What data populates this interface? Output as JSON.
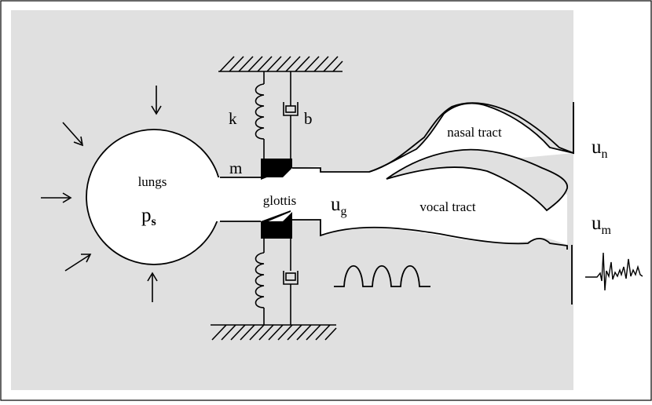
{
  "labels": {
    "lungs": "lungs",
    "pressure_main": "p",
    "pressure_sub": "s",
    "spring": "k",
    "damper": "b",
    "mass": "m",
    "glottis": "glottis",
    "glottal_flow_main": "u",
    "glottal_flow_sub": "g",
    "nasal_tract": "nasal tract",
    "vocal_tract": "vocal tract",
    "nasal_flow_main": "u",
    "nasal_flow_sub": "n",
    "mouth_flow_main": "u",
    "mouth_flow_sub": "m"
  },
  "colors": {
    "background_panel": "#e0e0e0",
    "line": "#000000",
    "fill_white": "#ffffff",
    "mass_block": "#000000"
  }
}
